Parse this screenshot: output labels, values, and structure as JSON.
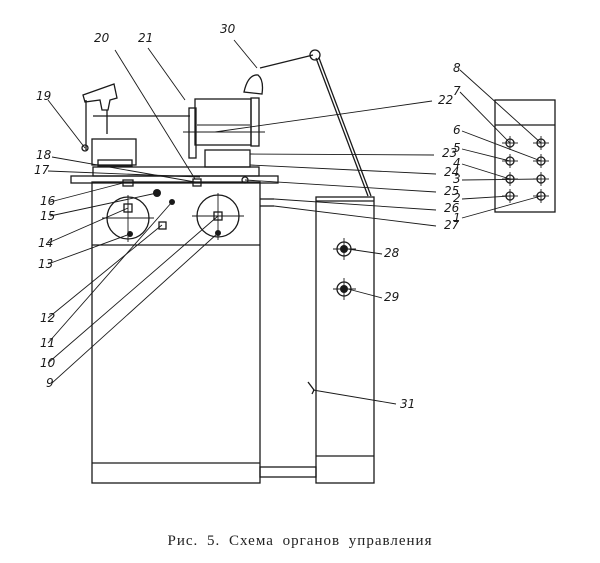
{
  "caption": "Рис. 5. Схема органов управления",
  "callouts": [
    "1",
    "2",
    "3",
    "4",
    "5",
    "6",
    "7",
    "8",
    "9",
    "10",
    "11",
    "12",
    "13",
    "14",
    "15",
    "16",
    "17",
    "18",
    "19",
    "20",
    "21",
    "22",
    "23",
    "24",
    "25",
    "26",
    "27",
    "28",
    "29",
    "30",
    "31"
  ],
  "colors": {
    "ink": "#1a1a1a",
    "paper": "#ffffff"
  }
}
